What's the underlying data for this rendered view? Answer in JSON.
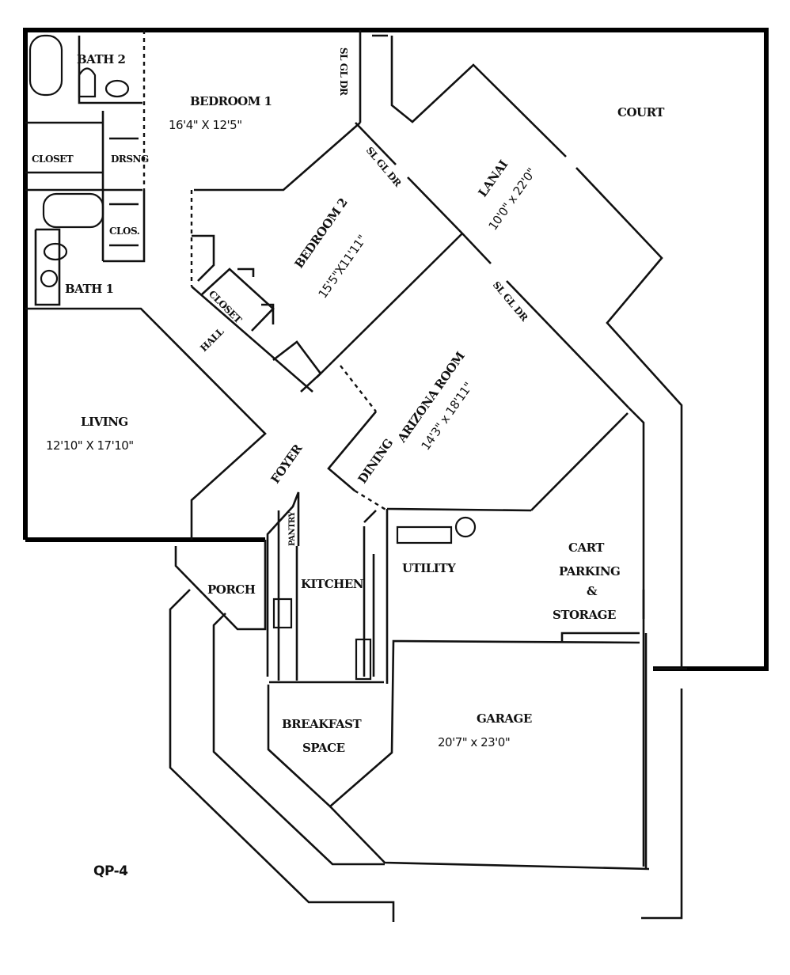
{
  "plan": {
    "code": "QP-4",
    "rooms": {
      "bath2": "BATH 2",
      "bedroom1": {
        "name": "BEDROOM 1",
        "size": "16'4\" X 12'5\""
      },
      "closet1": "CLOSET",
      "dressing": "DRSNG",
      "clos": "CLOS.",
      "bath1": "BATH 1",
      "hall": "HALL",
      "closet2": "CLOSET",
      "bedroom2": {
        "name": "BEDROOM 2",
        "size": "15'5\"X11'11\""
      },
      "lanai": {
        "name": "LANAI",
        "size": "10'0\" x 22'0\""
      },
      "court": "COURT",
      "arizona": {
        "name": "ARIZONA ROOM",
        "size": "14'3\" x 18'11\""
      },
      "dining": "DINING",
      "living": {
        "name": "LIVING",
        "size": "12'10\" X 17'10\""
      },
      "foyer": "FOYER",
      "pantry": "PANTRY",
      "kitchen": "KITCHEN",
      "utility": "UTILITY",
      "cart": [
        "CART",
        "PARKING",
        "&",
        "STORAGE"
      ],
      "porch": "PORCH",
      "breakfast": [
        "BREAKFAST",
        "SPACE"
      ],
      "garage": {
        "name": "GARAGE",
        "size": "20'7\" x 23'0\""
      }
    },
    "doors": {
      "sliding_glass": "SL GL DR"
    }
  }
}
